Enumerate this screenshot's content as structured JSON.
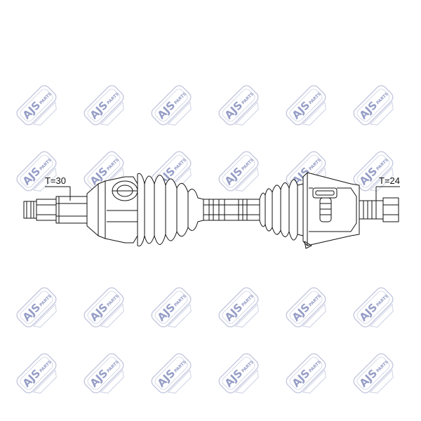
{
  "watermark": {
    "brand": "AJS",
    "suffix": "PARTS",
    "color": "#2b3a8c",
    "rows": 4,
    "cols": 6
  },
  "diagram": {
    "subject": "drive-shaft",
    "line_color": "#111111",
    "labels": {
      "left_teeth": "T=30",
      "right_teeth": "T=24"
    }
  }
}
